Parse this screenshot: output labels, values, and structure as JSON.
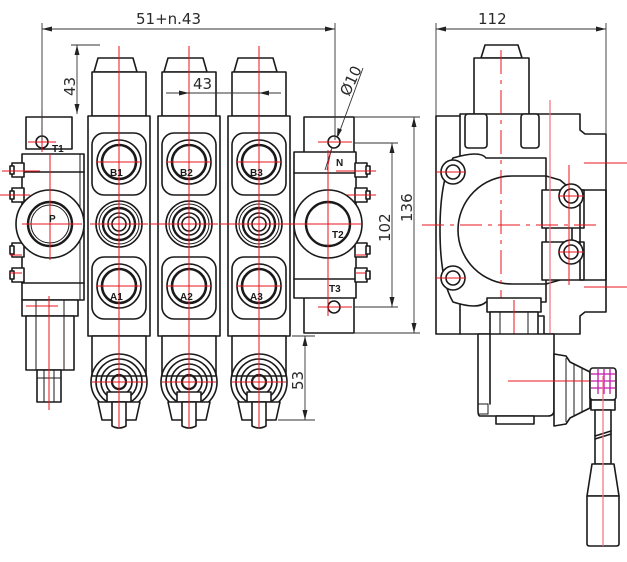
{
  "title": "Hydraulic monoblock directional control valve – dimensional drawing",
  "colors": {
    "outline": "#1a1a1a",
    "centerline": "#e8141e",
    "dimension": "#333333",
    "handle_hatch": "#c21aa8",
    "background": "#ffffff"
  },
  "dimensions": {
    "overall_width": "51+n.43",
    "spool_pitch": "43",
    "spool_cap_height": "43",
    "mount_hole": "Ø10",
    "mount_hole_spacing": "102",
    "body_height": "136",
    "side_depth": "112",
    "spool_extension": "53"
  },
  "ports": {
    "inlet": "P",
    "tank_1": "T1",
    "tank_2": "T2",
    "tank_3": "T3",
    "neutral": "N",
    "sections": [
      {
        "b": "B1",
        "a": "A1"
      },
      {
        "b": "B2",
        "a": "A2"
      },
      {
        "b": "B3",
        "a": "A3"
      }
    ]
  }
}
